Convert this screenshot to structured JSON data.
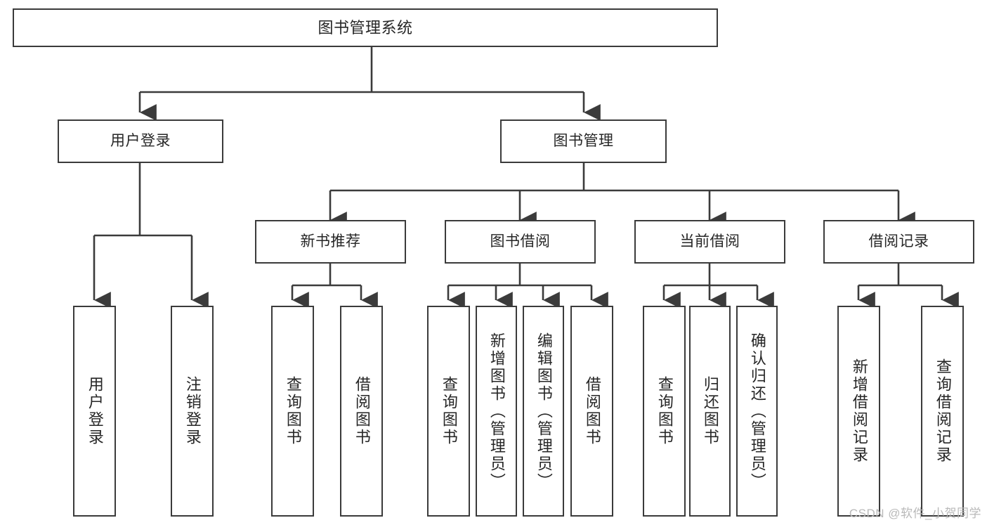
{
  "diagram": {
    "title": "图书管理系统",
    "watermark": "CSDN @软件_小贺同学",
    "accent_color": "#3b3b3b",
    "background_color": "#ffffff",
    "text_color": "#262626",
    "watermark_color": "#b9b9b9",
    "root": {
      "label": "图书管理系统"
    },
    "level2": [
      {
        "label": "用户登录"
      },
      {
        "label": "图书管理"
      }
    ],
    "level3": [
      {
        "label": "新书推荐"
      },
      {
        "label": "图书借阅"
      },
      {
        "label": "当前借阅"
      },
      {
        "label": "借阅记录"
      }
    ],
    "leaves": {
      "user_login": [
        {
          "label": "用户登录"
        },
        {
          "label": "注销登录"
        }
      ],
      "new_book_recommend": [
        {
          "label": "查询图书"
        },
        {
          "label": "借阅图书"
        }
      ],
      "book_borrow": [
        {
          "label": "查询图书"
        },
        {
          "label": "新增图书（管理员）"
        },
        {
          "label": "编辑图书（管理员）"
        },
        {
          "label": "借阅图书"
        }
      ],
      "current_borrow": [
        {
          "label": "查询图书"
        },
        {
          "label": "归还图书"
        },
        {
          "label": "确认归还（管理员）"
        }
      ],
      "borrow_records": [
        {
          "label": "新增借阅记录"
        },
        {
          "label": "查询借阅记录"
        }
      ]
    }
  }
}
